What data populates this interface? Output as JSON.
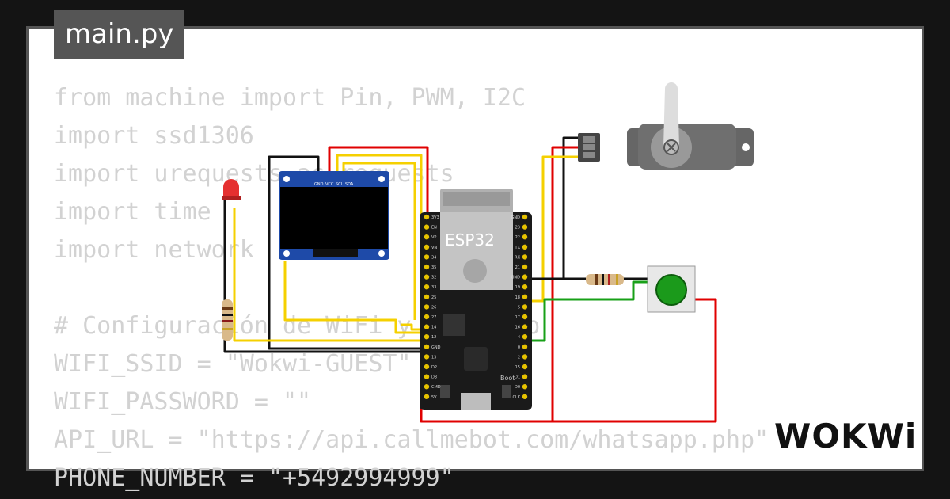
{
  "tab": {
    "title": "main.py"
  },
  "code_lines": [
    "from machine import Pin, PWM, I2C",
    "import ssd1306",
    "import urequests as requests",
    "import time",
    "import network",
    "",
    "# Configuración de WiFi y WhatsApp",
    "WIFI_SSID = \"Wokwi-GUEST\"",
    "WIFI_PASSWORD = \"\"",
    "API_URL = \"https://api.callmebot.com/whatsapp.php\"",
    "PHONE_NUMBER = \"+5492994999\""
  ],
  "board": {
    "name": "ESP32",
    "left_pins": [
      "3V3",
      "EN",
      "VP",
      "VN",
      "34",
      "35",
      "32",
      "33",
      "25",
      "26",
      "27",
      "14",
      "12",
      "GND",
      "13",
      "D2",
      "D3",
      "CMD",
      "5V"
    ],
    "right_pins": [
      "GND",
      "23",
      "22",
      "TX",
      "RX",
      "21",
      "GND",
      "19",
      "18",
      "5",
      "17",
      "16",
      "4",
      "0",
      "2",
      "15",
      "D1",
      "D0",
      "CLK"
    ],
    "boot_label": "Boot"
  },
  "oled": {
    "pins": [
      "GND",
      "VCC",
      "SCL",
      "SDA"
    ]
  },
  "colors": {
    "red_wire": "#e00000",
    "yellow_wire": "#f5d000",
    "black_wire": "#111111",
    "green_wire": "#18a018",
    "button": "#1b9a1b",
    "led": "#e53030"
  },
  "logo": {
    "text": "WOKWi"
  }
}
